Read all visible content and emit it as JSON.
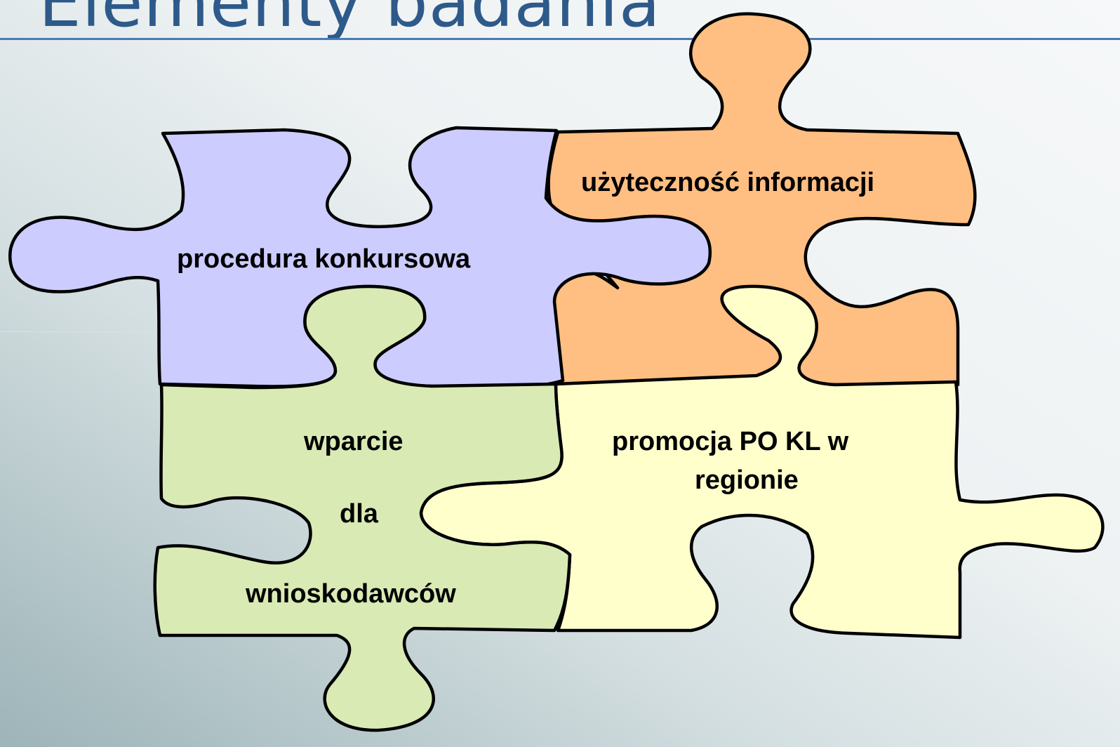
{
  "slide": {
    "title": "Elementy badania"
  },
  "pieces": {
    "procedura": {
      "label": "procedura konkursowa",
      "color": "#ccccff"
    },
    "uzytecznosc": {
      "label": "użyteczność informacji",
      "color": "#ffbe82"
    },
    "wsparcie": {
      "line1": "wparcie",
      "line2": "dla",
      "line3": "wnioskodawców",
      "color": "#d9eab4"
    },
    "promocja": {
      "line1": "promocja PO KL w",
      "line2": "regionie",
      "color": "#ffffcc"
    }
  }
}
